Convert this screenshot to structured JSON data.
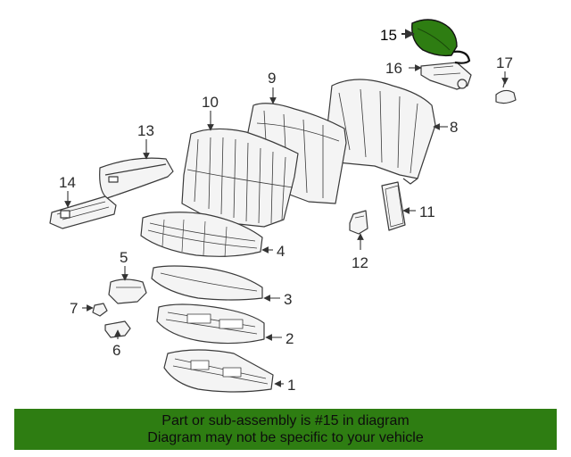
{
  "colors": {
    "line": "#3a3a3a",
    "fill": "#f4f4f4",
    "highlight": "#2e7d12",
    "banner": "#2e7d12"
  },
  "callouts": [
    "1",
    "2",
    "3",
    "4",
    "5",
    "6",
    "7",
    "8",
    "9",
    "10",
    "11",
    "12",
    "13",
    "14",
    "15",
    "16",
    "17"
  ],
  "highlighted_part": "15",
  "banner": {
    "line1": "Part or sub-assembly is #15 in diagram",
    "line2": "Diagram may not be specific to your vehicle"
  }
}
